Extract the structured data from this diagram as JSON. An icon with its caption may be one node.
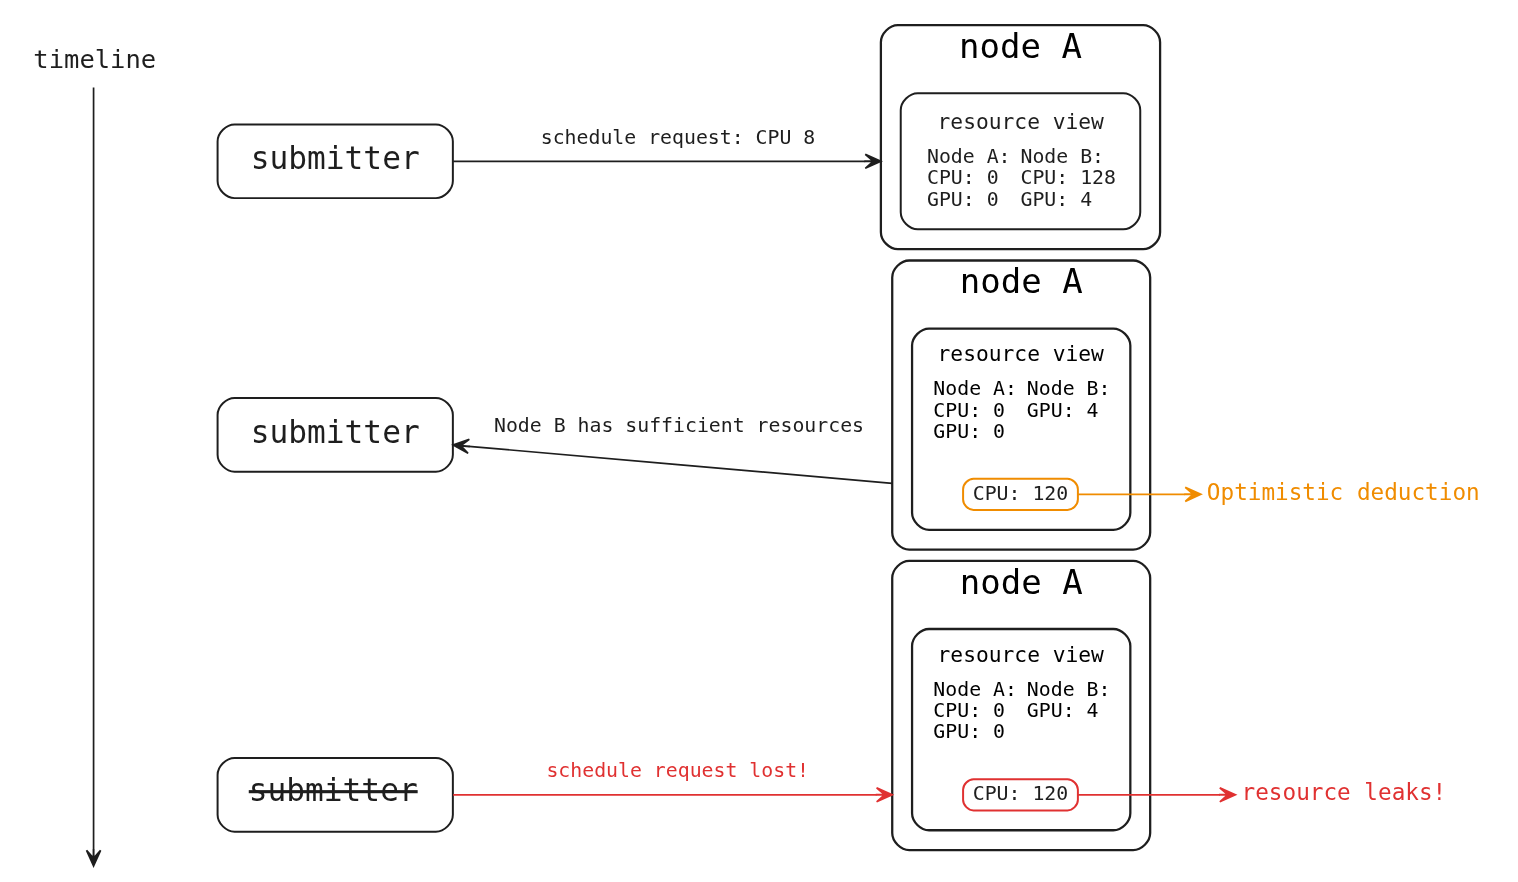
{
  "diagram": {
    "nodes": [
      {
        "text": [
          "timeline"
        ]
      },
      {
        "text": [
          "submitter"
        ]
      },
      {
        "text": [
          "node A"
        ]
      },
      {
        "text": [
          "resource view",
          "Node A: CPU: 0 GPU: 0",
          "Node B: CPU: 128 GPU: 4"
        ],
        "in": 2
      },
      {
        "text": [
          "submitter"
        ]
      },
      {
        "text": [
          "node A"
        ]
      },
      {
        "text": [
          "resource view",
          "Node A: CPU: 0 GPU: 0",
          "Node B:",
          "GPU: 4"
        ],
        "in": 5
      },
      {
        "text": [
          "CPU: 120"
        ],
        "in": 6
      },
      {
        "text": [
          "Optimistic deduction"
        ]
      },
      {
        "text": [
          "submitter"
        ]
      },
      {
        "text": [
          "node A"
        ]
      },
      {
        "text": [
          "resource view",
          "Node A: CPU: 0 GPU: 0",
          "Node B:",
          "GPU: 4"
        ],
        "in": 10
      },
      {
        "text": [
          "CPU: 120"
        ],
        "in": 11
      },
      {
        "text": [
          "resource leaks!"
        ]
      }
    ],
    "edges": [
      {
        "from": 0,
        "to": null,
        "arrow": "to"
      },
      {
        "from": 1,
        "to": 2,
        "arrow": "to",
        "label": "schedule request: CPU 8"
      },
      {
        "from": 5,
        "to": 4,
        "arrow": "to",
        "label": "Node B has sufficient resources"
      },
      {
        "from": 7,
        "to": 8,
        "arrow": "to",
        "color": "#f08c00"
      },
      {
        "from": 9,
        "to": 10,
        "arrow": "to",
        "label": "schedule request lost!",
        "color": "#e03131"
      },
      {
        "from": 12,
        "to": 13,
        "arrow": "to",
        "color": "#e03131"
      }
    ]
  }
}
